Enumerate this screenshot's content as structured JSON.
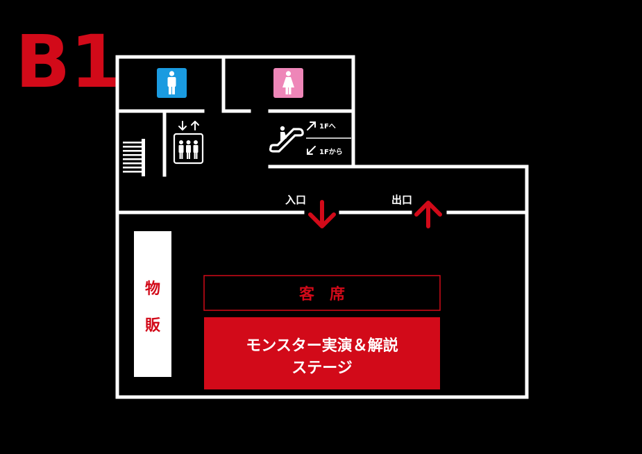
{
  "floor": {
    "label": "B1",
    "label_color": "#d20a19"
  },
  "colors": {
    "background": "#000000",
    "wall": "#ffffff",
    "accent": "#d20a19",
    "restroom_male": "#1a9be0",
    "restroom_female": "#ee86b8"
  },
  "restrooms": {
    "male_icon": "male-restroom-icon",
    "female_icon": "female-restroom-icon"
  },
  "elevator": {
    "icon": "elevator-icon"
  },
  "stairs": {
    "icon": "stairs-icon"
  },
  "escalator": {
    "icon": "escalator-icon",
    "up_label": "1Fへ",
    "down_label": "1Fから"
  },
  "entrance": {
    "label": "入口",
    "icon": "arrow-down-icon"
  },
  "exit": {
    "label": "出口",
    "icon": "arrow-up-icon"
  },
  "merch": {
    "char1": "物",
    "char2": "販"
  },
  "seating": {
    "label": "客　席"
  },
  "stage": {
    "line1": "モンスター実演＆解説",
    "line2": "ステージ"
  }
}
